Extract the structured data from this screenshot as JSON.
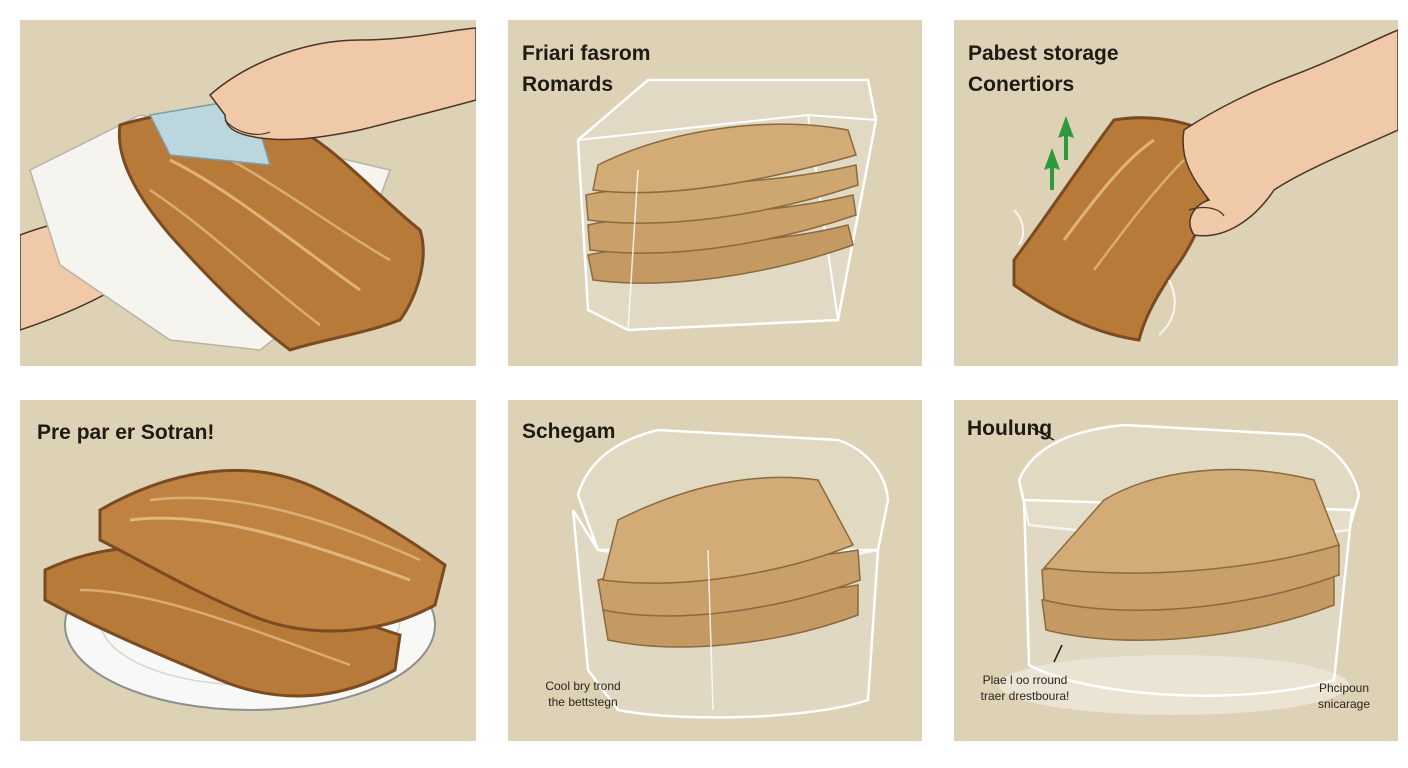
{
  "panels": [
    {
      "illustration": "wiping-jerky-with-paper-towel",
      "title_lines": []
    },
    {
      "illustration": "jerky-strips-in-glass-container",
      "title_lines": [
        "Friari fasrom",
        "Romards"
      ]
    },
    {
      "illustration": "hand-holding-jerky-strip",
      "title_lines": [
        "Pabest storage",
        "Conertiors"
      ]
    },
    {
      "illustration": "jerky-on-white-plate",
      "title_lines": [
        "Pre par er Sotran!"
      ]
    },
    {
      "illustration": "jerky-in-lidded-container",
      "title_lines": [
        "Schegam"
      ],
      "caption_lines": [
        "Cool bry trond",
        "the bettstegn"
      ]
    },
    {
      "illustration": "jerky-in-sealed-container",
      "title_lines": [
        "Houlung"
      ],
      "caption_lines": [
        "Plae l oo rround",
        "traer drestboura!"
      ],
      "corner_caption_lines": [
        "Phcipoun",
        "snicarage"
      ]
    }
  ],
  "colors": {
    "panel_background": "#ddd1b6",
    "jerky": "#b87a38",
    "jerky_dark": "#7a4a20",
    "skin": "#f0c9a8",
    "accent_arrow": "#2e9a3e"
  }
}
